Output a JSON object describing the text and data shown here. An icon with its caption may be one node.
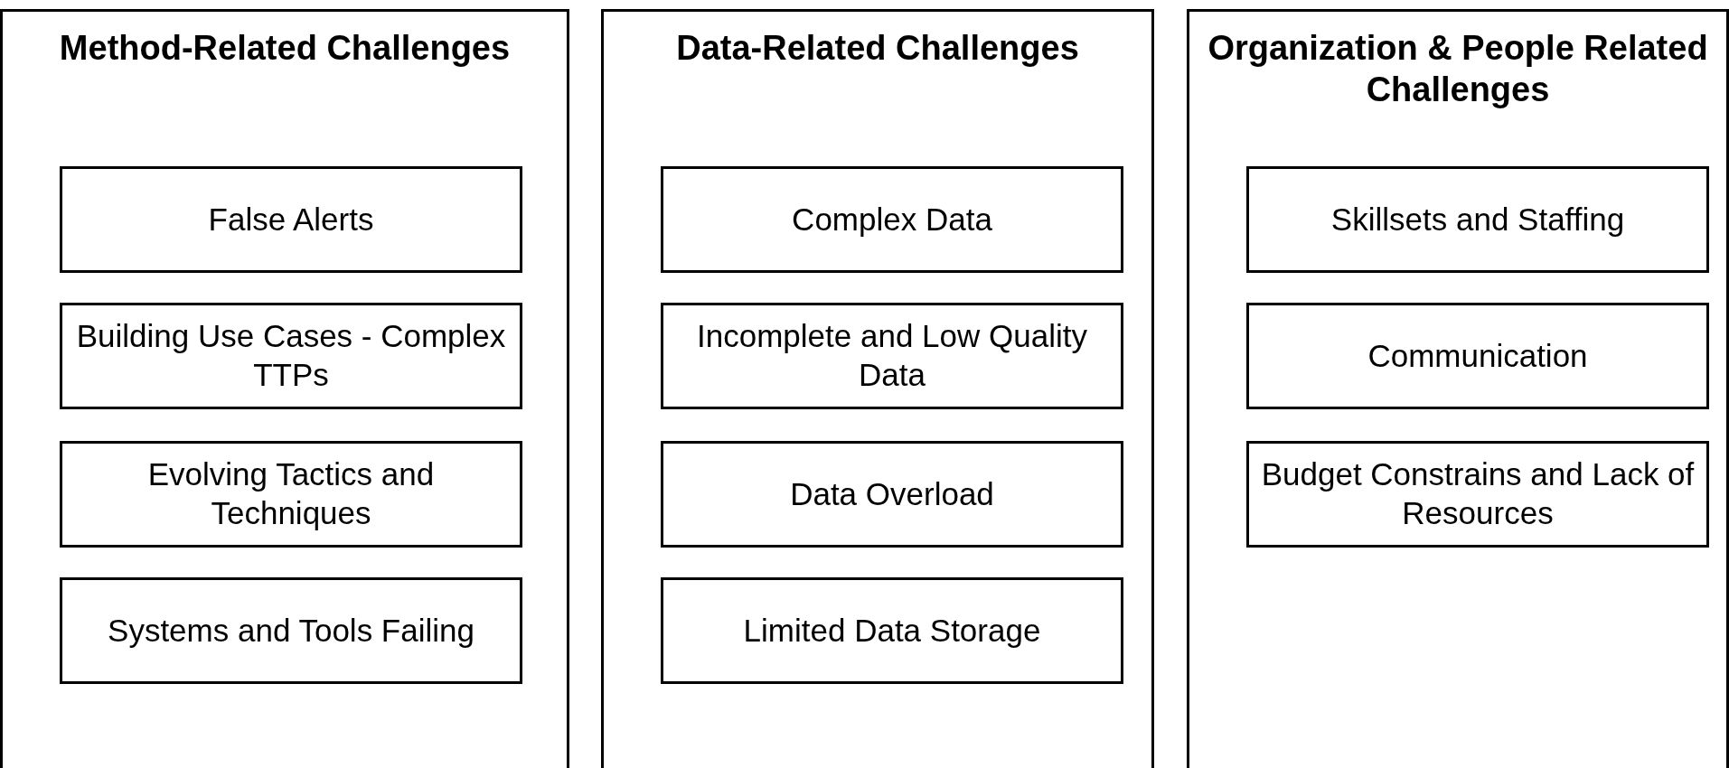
{
  "diagram": {
    "nodes": [
      {
        "text": [
          "Method-Related Challenges"
        ]
      },
      {
        "text": [
          "False Alerts"
        ],
        "in": 0
      },
      {
        "text": [
          "Building Use Cases - Complex TTPs"
        ],
        "in": 0
      },
      {
        "text": [
          "Evolving Tactics and Techniques"
        ],
        "in": 0
      },
      {
        "text": [
          "Systems and Tools Failing"
        ],
        "in": 0
      },
      {
        "text": [
          "Data-Related Challenges"
        ]
      },
      {
        "text": [
          "Complex Data"
        ],
        "in": 5
      },
      {
        "text": [
          "Incomplete and Low Quality Data"
        ],
        "in": 5
      },
      {
        "text": [
          "Data Overload"
        ],
        "in": 5
      },
      {
        "text": [
          "Limited Data Storage"
        ],
        "in": 5
      },
      {
        "text": [
          "Organization & People Related Challenges"
        ]
      },
      {
        "text": [
          "Skillsets and Staffing"
        ],
        "in": 10
      },
      {
        "text": [
          "Communication"
        ],
        "in": 10
      },
      {
        "text": [
          "Budget Constrains and Lack of Resources"
        ],
        "in": 10
      }
    ],
    "edges": []
  }
}
